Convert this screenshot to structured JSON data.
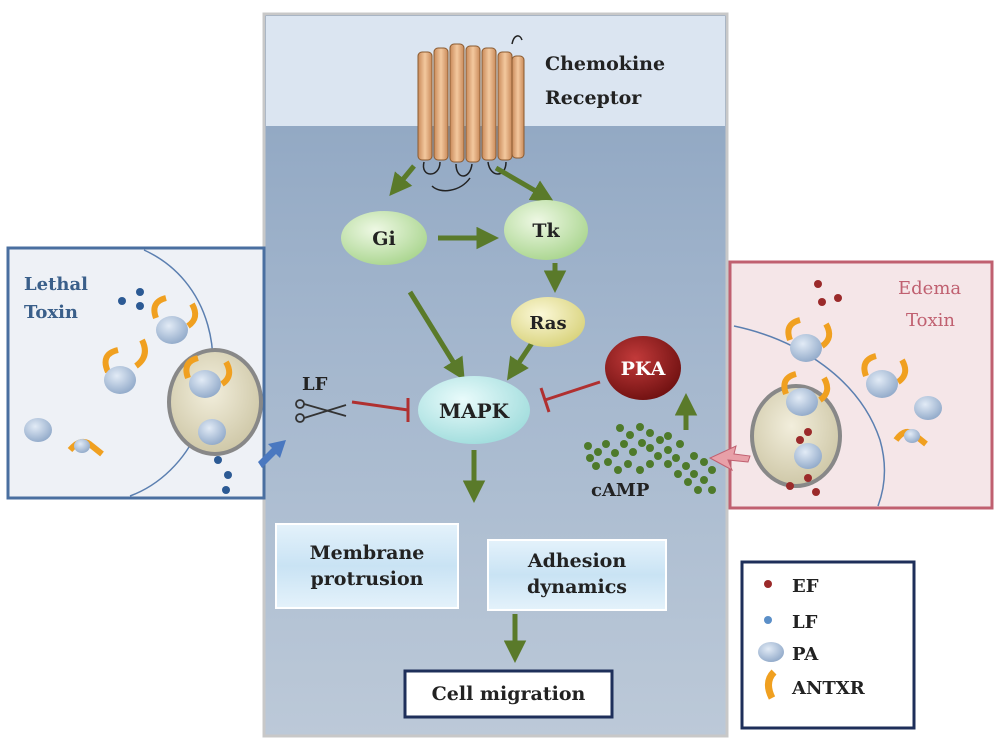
{
  "receptor": {
    "line1": "Chemokine",
    "line2": "Receptor"
  },
  "nodes": {
    "gi": "Gi",
    "tk": "Tk",
    "ras": "Ras",
    "mapk": "MAPK",
    "pka": "PKA",
    "camp": "cAMP",
    "lf_scissors": "LF"
  },
  "outputs": {
    "membrane": {
      "line1": "Membrane",
      "line2": "protrusion"
    },
    "adhesion": {
      "line1": "Adhesion",
      "line2": "dynamics"
    },
    "migration": "Cell migration"
  },
  "lethal_toxin": {
    "line1": "Lethal",
    "line2": "Toxin"
  },
  "edema_toxin": {
    "line1": "Edema",
    "line2": "Toxin"
  },
  "legend": [
    {
      "label": "EF",
      "icon": "ef-dot-icon",
      "color": "#9b2a2a"
    },
    {
      "label": "LF",
      "icon": "lf-dot-icon",
      "color": "#5b8fc8"
    },
    {
      "label": "PA",
      "icon": "pa-oval-icon",
      "color": "#a8bcd8"
    },
    {
      "label": "ANTXR",
      "icon": "antxr-icon",
      "color": "#f0a020"
    }
  ],
  "colors": {
    "arrow_green": "#5a7a2a",
    "inhibit_red": "#b03030",
    "pka_fill": "#8b1a1a",
    "lethal_border": "#4a6fa0",
    "edema_border": "#c06070",
    "edema_text": "#c06070",
    "lethal_text": "#3a5f8a"
  }
}
